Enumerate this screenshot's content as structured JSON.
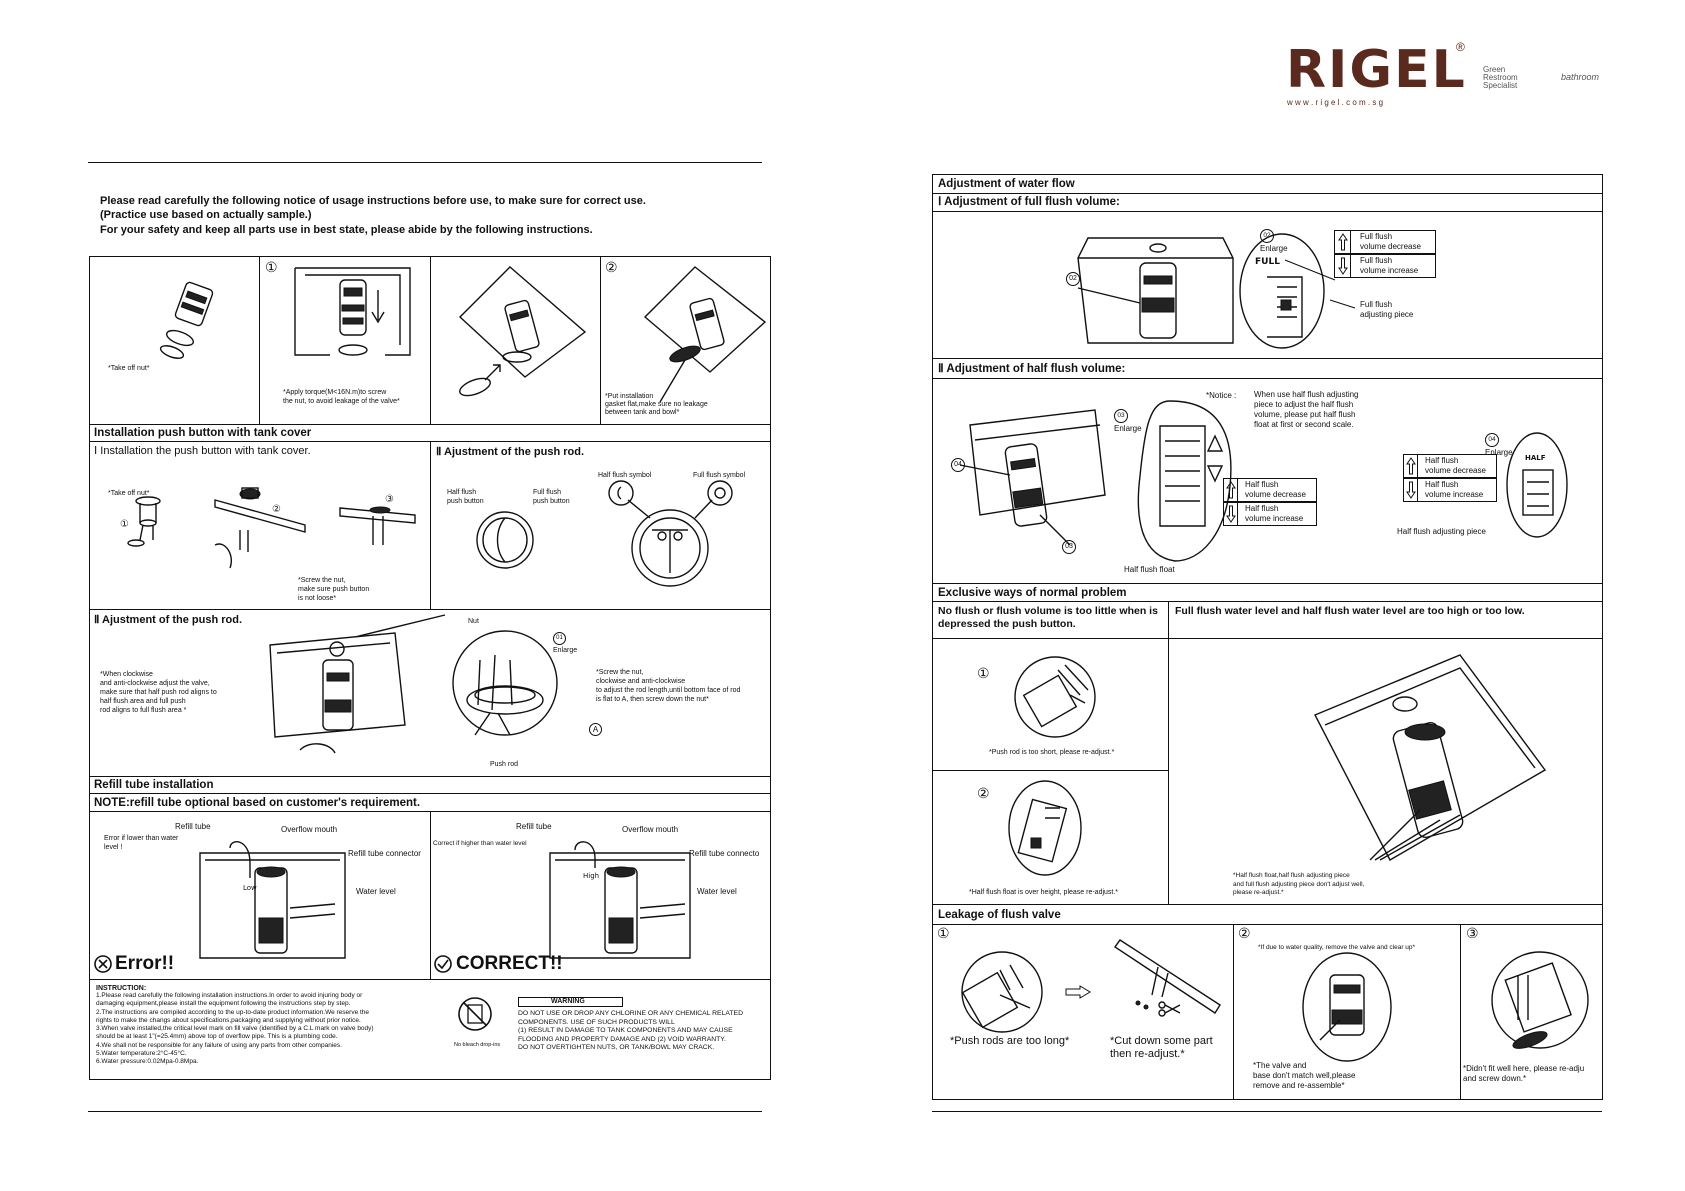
{
  "brand": {
    "logo_text": "RIGEL",
    "registered": "®",
    "url": "w w w . r i g e l . c o m . s g",
    "partner1": "Green\nRestroom\nSpecialist",
    "partner2": "bathroom"
  },
  "left": {
    "intro": [
      "Please read carefully the following notice of usage instructions before use, to make sure for correct use.",
      "(Practice use based on actually sample.)",
      "For your safety and keep all parts use in best state, please abide by the following instructions."
    ],
    "step_nums": [
      "①",
      "②"
    ],
    "step_notes": {
      "take_off_nut": "*Take off nut*",
      "torque": "*Apply torque(M<16N.m)to screw\nthe nut, to avoid leakage of the valve*",
      "gasket": "*Put installation\ngasket flat,make sure no leakage\nbetween tank and bowl*"
    },
    "sec_push_button": "Installation push button with tank cover",
    "sub1": "Ⅰ  Installation the push button with tank cover.",
    "sub2": "Ⅱ  Ajustment of the push rod.",
    "take_off_nut2": "*Take off nut*",
    "screw_nut": "*Screw the nut,\nmake sure push button\nis not loose*",
    "half_flush_push": "Half flush\npush button",
    "full_flush_push": "Full flush\npush button",
    "half_symbol": "Half flush symbol",
    "full_symbol": "Full flush symbol",
    "sub3": "Ⅱ  Ajustment of the push rod.",
    "rod_note_left": "*When clockwise\nand anti-clockwise adjust the valve,\nmake sure that half push rod aligns to\nhalf flush area and full push\nrod aligns to full flush area *",
    "nut": "Nut",
    "enlarge01": "Enlarge",
    "enlarge01_num": "01",
    "rod_note_right": "*Screw the nut,\nclockwise and anti-clockwise\nto adjust the rod length,until bottom face of rod\nis flat to  A, then screw down the nut*",
    "a_label": "A",
    "push_rod": "Push rod",
    "sec_refill": "Refill tube installation",
    "note_refill": "NOTE:refill tube optional based on customer's requirement.",
    "refill_tube": "Refill tube",
    "overflow_mouth": "Overflow mouth",
    "error_if": "Error if lower than water\nlevel !",
    "refill_connector": "Refill tube connector",
    "water_level": "Water level",
    "correct_if": "Correct if higher than water level",
    "refill_connector2": "Refill tube connecto",
    "error": "Error!!",
    "correct": "CORRECT!!",
    "instruction_title": "INSTRUCTION:",
    "instructions": "1.Please read carefully the following installation instructions.In order to avoid injuring body or\ndamaging equipment,please install the equipment following the instructions step by step.\n2.The instructions are compiled according to the up-to-date product information.We reserve the\nrights to make the changs about specifications,packaging and supplying without prior notice.\n3.When valve installed,the critical level mark on fill valve (identified by a C.L mark on valve body)\nshould be at least 1\"(=25.4mm) above top of overflow pipe. This is a plumbing code.\n4.We shall not be responsible for any failure of using any parts from other companies.\n5.Water temperature:2°C-45°C.\n6.Water pressure:0.02Mpa-0.8Mpa.",
    "no_bleach": "No bleach drop-ins",
    "warning": "WARNING",
    "warning_text": "DO NOT USE OR DROP ANY CHLORINE OR ANY CHEMICAL RELATED\nCOMPONENTS. USE OF SUCH PRODUCTS WILL\n(1) RESULT IN DAMAGE TO TANK COMPONENTS AND MAY CAUSE\nFLOODING AND PROPERTY DAMAGE AND (2) VOID WARRANTY.\nDO NOT OVERTIGHTEN NUTS, OR TANK/BOWL MAY CRACK."
  },
  "right": {
    "sec_water_flow": "Adjustment of water flow",
    "sub_full": "Ⅰ  Adjustment of full flush volume:",
    "enlarge02_num": "02",
    "enlarge": "Enlarge",
    "full_label": "FULL",
    "full_decrease": "Full flush\nvolume decrease",
    "full_increase": "Full flush\nvolume increase",
    "full_piece": "Full flush\nadjusting piece",
    "sub_half": "Ⅱ  Adjustment of half flush volume:",
    "enlarge03_num": "03",
    "enlarge04_num": "04",
    "notice_label": "*Notice :",
    "notice_text": "When use half flush adjusting\npiece to adjust the half flush\nvolume, please put half flush\nfloat at first or  second scale.",
    "half_decrease": "Half flush\nvolume decrease",
    "half_increase": "Half flush\nvolume increase",
    "half_float": "Half flush float",
    "half_piece": "Half flush adjusting piece",
    "half_label": "HALF",
    "sec_problem": "Exclusive ways of normal problem",
    "prob_left": "No flush or flush volume is too little when is\ndepressed the push button.",
    "prob_right": "Full flush water level and half flush water level are too high or too low.",
    "num1": "①",
    "num2": "②",
    "num3": "③",
    "rod_short": "*Push rod is too short, please re-adjust.*",
    "float_over": "*Half flush float is over height, please re-adjust.*",
    "float_note": "*Half flush float,half flush adjusting piece\nand full flush adjusting piece don't adjust well,\nplease re-adjust.*",
    "sec_leakage": "Leakage of flush valve",
    "rods_long": "*Push rods are too long*",
    "cut_down": "*Cut down some part\nthen re-adjust.*",
    "water_quality": "*If due to water quality, remove the valve and clear up*",
    "not_match": "*The valve and\nbase don't match well,please\nremove and re-assemble*",
    "not_fit": "*Didn't fit well here, please re-adju\nand screw down.*"
  },
  "icons": [
    "cross-circle-icon",
    "check-circle-icon",
    "up-arrow-icon",
    "down-arrow-icon",
    "no-bleach-icon",
    "scissors-icon"
  ],
  "colors": {
    "ink": "#111111",
    "paper": "#ffffff"
  }
}
